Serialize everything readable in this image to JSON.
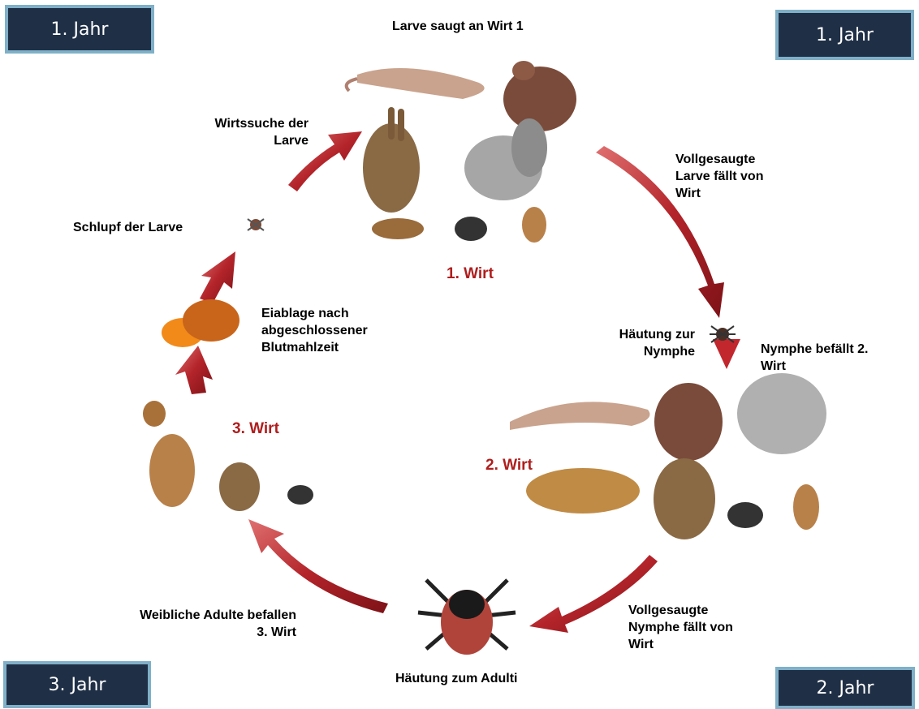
{
  "years": {
    "top_left": "1. Jahr",
    "top_right": "1. Jahr",
    "bottom_left": "3. Jahr",
    "bottom_right": "2. Jahr"
  },
  "labels": {
    "larva_feeds": "Larve saugt an Wirt 1",
    "larva_host_search": "Wirtssuche der\nLarve",
    "larva_hatch": "Schlupf der Larve",
    "egg_laying": "Eiablage nach\nabgeschlossener\nBlutmahlzeit",
    "larva_drops": "Vollgesaugte\nLarve fällt von\nWirt",
    "molt_nymph": "Häutung zur\nNymphe",
    "nymph_attacks": "Nymphe befällt 2.\nWirt",
    "nymph_drops": "Vollgesaugte\nNymphe fällt von\nWirt",
    "molt_adult": "Häutung zum Adulti",
    "female_adults": "Weibliche Adulte befallen\n3. Wirt"
  },
  "hosts": {
    "host1": "1. Wirt",
    "host2": "2. Wirt",
    "host3": "3. Wirt"
  },
  "colors": {
    "arrow": "#b3242a",
    "host_text": "#b01d1d",
    "year_box": "#1f2f46",
    "year_border": "#7fb0c8"
  }
}
